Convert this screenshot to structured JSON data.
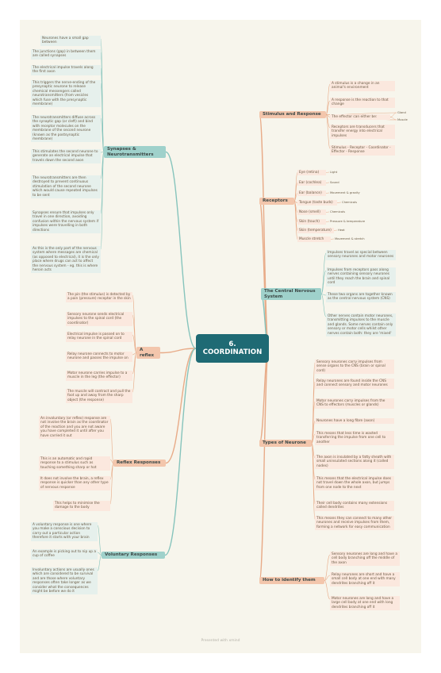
{
  "title": "6. COORDINATION",
  "footer": "Presented with xmind",
  "colors": {
    "teal": "#86c4bc",
    "orange": "#e8ab88",
    "root": "#1f6a74"
  },
  "branches": [
    {
      "id": "syn",
      "label": "Synapses & Neurotransmitters",
      "leaves": [
        "Neurones have a small gap between",
        "The junctions (gap) in between them are called synapses",
        "The electrical impulse travels along the first axon",
        "This triggers the nerve-ending of the presynaptic neurone to release chemical messengers called neurotransmitters (from vesicles which fuse with the presynaptic membrane)",
        "The neurotransmitters diffuse across the synaptic gap (or cleft) and bind with receptor molecules on the membrane of the second neurone (known as the postsynaptic membrane)",
        "This stimulates the second neurone to generate an electrical impulse that travels down the second axon",
        "The neurotransmitters are then destroyed to prevent continuous stimulation of the second neurone which would cause repeated impulses to be sent",
        "Synapses ensure that impulses only travel in one direction, avoiding confusion within the nervous system if impulses were travelling in both directions",
        "As this is the only part of the nervous system where messages are chemical (as opposed to electrical), it is the only place where drugs can act to affect the nervous system - eg. this is where heroin acts"
      ]
    },
    {
      "id": "ref",
      "label": "A reflex",
      "leaves": [
        "The pin (the stimulus) is detected by a pain (pressure) receptor in the skin",
        "Sensory neurone sends electrical impulses to the spinal cord (the coordinator)",
        "Electrical impulse is passed on to relay neurone in the spinal cord",
        "Relay neurone connects to motor neurone and passes the impulse on",
        "Motor neurone carries impulse to a muscle in the leg (the effector)",
        "The muscle will contract and pull the foot up and away from the sharp object (the response)"
      ]
    },
    {
      "id": "rr",
      "label": "Reflex Responses",
      "leaves": [
        "An involuntary (or reflex) response are not involve the brain as the coordinator of the reaction and you are not aware you have completed it until after you have carried it out",
        "This is an automatic and rapid response to a stimulus such as touching something sharp or hot",
        "It does not involve the brain, a reflex response is quicker than any other type of nervous response",
        "This helps to minimise the damage to the body"
      ]
    },
    {
      "id": "vr",
      "label": "Voluntary Responses",
      "leaves": [
        "A voluntary response is one where you make a conscious decision to carry out a particular action therefore it starts with your brain",
        "An example is picking out to nip up a cup of coffee",
        "Involuntary actions are usually ones which are considered to be survival and are those where voluntary responses often take longer as we consider what the consequences might be before we do it"
      ]
    },
    {
      "id": "sr",
      "label": "Stimulus and Response",
      "leaves": [
        "A stimulus is a change in an animal's environment",
        "A response is the reaction to that change",
        "The effector can either be:",
        "Receptors are transducers that transfer energy into electrical impulses",
        "Stimulus - Receptor - Coordinator - Effector - Response"
      ],
      "sub": [
        "Gland",
        "Muscle"
      ]
    },
    {
      "id": "rec",
      "label": "Receptors",
      "pairs": [
        [
          "Eye (retina)",
          "Light"
        ],
        [
          "Ear (cochlea)",
          "Sound"
        ],
        [
          "Ear (balance)",
          "Movement & gravity"
        ],
        [
          "Tongue (taste buds)",
          "Chemicals"
        ],
        [
          "Nose (smell)",
          "Chemicals"
        ],
        [
          "Skin (touch)",
          "Pressure & temperature"
        ],
        [
          "Skin (temperature)",
          "Heat"
        ],
        [
          "Muscle stretch",
          "Movement & stretch"
        ]
      ]
    },
    {
      "id": "cns",
      "label": "The Central Nervous System",
      "leaves": [
        "Impulses travel as special between sensory neurones and motor neurones",
        "Impulses from receptors pass along nerves containing sensory neurones until they reach the brain and spinal cord",
        "These two organs are together known as the central nervous system (CNS)",
        "Other nerves contain motor neurones, transmitting impulses to the muscle and glands. Some nerves contain only sensory or motor cells whilst other nerves contain both: they are 'mixed'"
      ]
    },
    {
      "id": "ton",
      "label": "Types of Neurone",
      "leaves": [
        "Sensory neurones carry impulses from sense organs to the CNS (brain or spinal cord)",
        "Relay neurones are found inside the CNS and connect sensory and motor neurones",
        "Motor neurones carry impulses from the CNS to effectors (muscles or glands)",
        "Neurones have a long fibre (axon)",
        "This means that less time is wasted transferring the impulse from one cell to another",
        "The axon is insulated by a fatty sheath with small uninsulated sections along it (called nodes)",
        "This means that the electrical impulse does not travel down the whole axon, but jumps from one node to the next",
        "Their cell body contains many extensions called dendrites",
        "This means they can connect to many other neurones and receive impulses from them, forming a network for easy communication"
      ]
    },
    {
      "id": "hti",
      "label": "How to identify them",
      "leaves": [
        "Sensory neurones are long and have a cell body branching off the middle of the axon",
        "Relay neurones are short and have a small cell body at one end with many dendrites branching off it",
        "Motor neurones are long and have a large cell body at one end with long dendrites branching off it"
      ]
    }
  ]
}
